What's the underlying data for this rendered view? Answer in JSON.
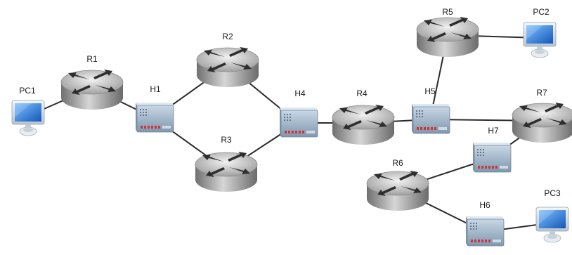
{
  "nodes": [
    {
      "id": "pc1",
      "type": "pc",
      "label": "PC1"
    },
    {
      "id": "r1",
      "type": "router",
      "label": "R1"
    },
    {
      "id": "h1",
      "type": "hub",
      "label": "H1"
    },
    {
      "id": "r2",
      "type": "router",
      "label": "R2"
    },
    {
      "id": "r3",
      "type": "router",
      "label": "R3"
    },
    {
      "id": "h4",
      "type": "hub",
      "label": "H4"
    },
    {
      "id": "r4",
      "type": "router",
      "label": "R4"
    },
    {
      "id": "h5",
      "type": "hub",
      "label": "H5"
    },
    {
      "id": "r5",
      "type": "router",
      "label": "R5"
    },
    {
      "id": "pc2",
      "type": "pc",
      "label": "PC2"
    },
    {
      "id": "r7",
      "type": "router",
      "label": "R7"
    },
    {
      "id": "h7",
      "type": "hub",
      "label": "H7"
    },
    {
      "id": "r6",
      "type": "router",
      "label": "R6"
    },
    {
      "id": "h6",
      "type": "hub",
      "label": "H6"
    },
    {
      "id": "pc3",
      "type": "pc",
      "label": "PC3"
    }
  ],
  "links": [
    [
      "pc1",
      "r1"
    ],
    [
      "r1",
      "h1"
    ],
    [
      "h1",
      "r2"
    ],
    [
      "h1",
      "r3"
    ],
    [
      "r2",
      "h4"
    ],
    [
      "r3",
      "h4"
    ],
    [
      "h4",
      "r4"
    ],
    [
      "r4",
      "h5"
    ],
    [
      "h5",
      "r5"
    ],
    [
      "r5",
      "pc2"
    ],
    [
      "h5",
      "r7"
    ],
    [
      "r7",
      "h7"
    ],
    [
      "h7",
      "r6"
    ],
    [
      "r6",
      "h6"
    ],
    [
      "h6",
      "pc3"
    ]
  ],
  "colors": {
    "link": "#2b2b2b",
    "router_light": "#d8d8d8",
    "router_dark": "#8a8a8a",
    "hub_body": "#9fb6cc",
    "hub_ports": "#d03030",
    "pc_screen": "#2a7fd6",
    "pc_frame": "#d9e3ea"
  }
}
